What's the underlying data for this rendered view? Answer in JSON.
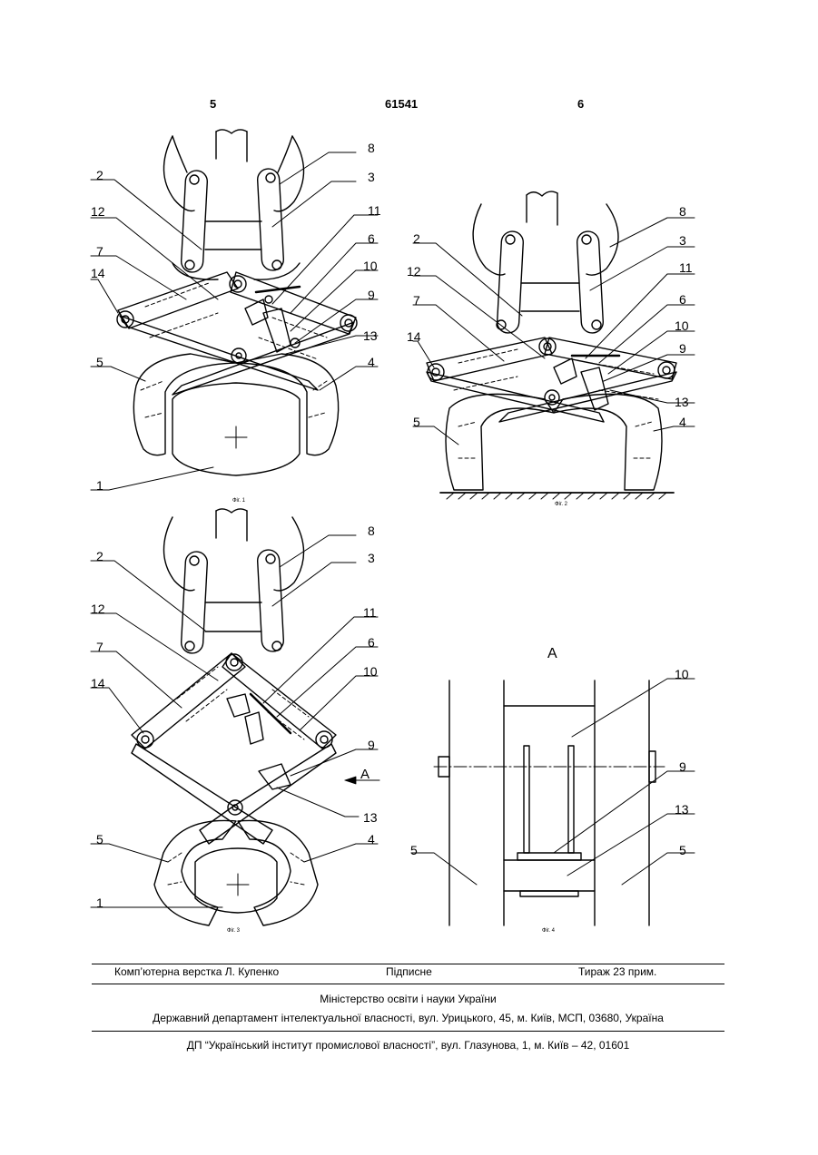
{
  "header": {
    "page_left": "5",
    "doc_number": "61541",
    "page_right": "6"
  },
  "figures": {
    "fig1": {
      "caption": "Фіг. 1",
      "labels": [
        "8",
        "3",
        "2",
        "12",
        "11",
        "6",
        "7",
        "10",
        "14",
        "9",
        "13",
        "5",
        "4",
        "1"
      ]
    },
    "fig2": {
      "caption": "Фіг. 2",
      "labels": [
        "8",
        "2",
        "3",
        "12",
        "11",
        "6",
        "7",
        "10",
        "14",
        "9",
        "13",
        "5",
        "4"
      ]
    },
    "fig3": {
      "caption": "Фіг. 3",
      "labels": [
        "8",
        "2",
        "3",
        "12",
        "11",
        "6",
        "7",
        "10",
        "14",
        "9",
        "A",
        "13",
        "5",
        "4",
        "1"
      ]
    },
    "fig4": {
      "caption": "Фіг. 4",
      "view": "A",
      "labels": [
        "10",
        "9",
        "13",
        "5",
        "5"
      ]
    }
  },
  "footer": {
    "typesetting": "Комп’ютерна верстка Л. Купенко",
    "signed": "Підписне",
    "circulation": "Тираж 23 прим.",
    "ministry": "Міністерство освіти і науки України",
    "department": "Державний департамент інтелектуальної власності, вул. Урицького, 45, м. Київ, МСП, 03680, Україна",
    "institute": "ДП “Український інститут промислової власності”, вул. Глазунова, 1, м. Київ – 42, 01601"
  }
}
